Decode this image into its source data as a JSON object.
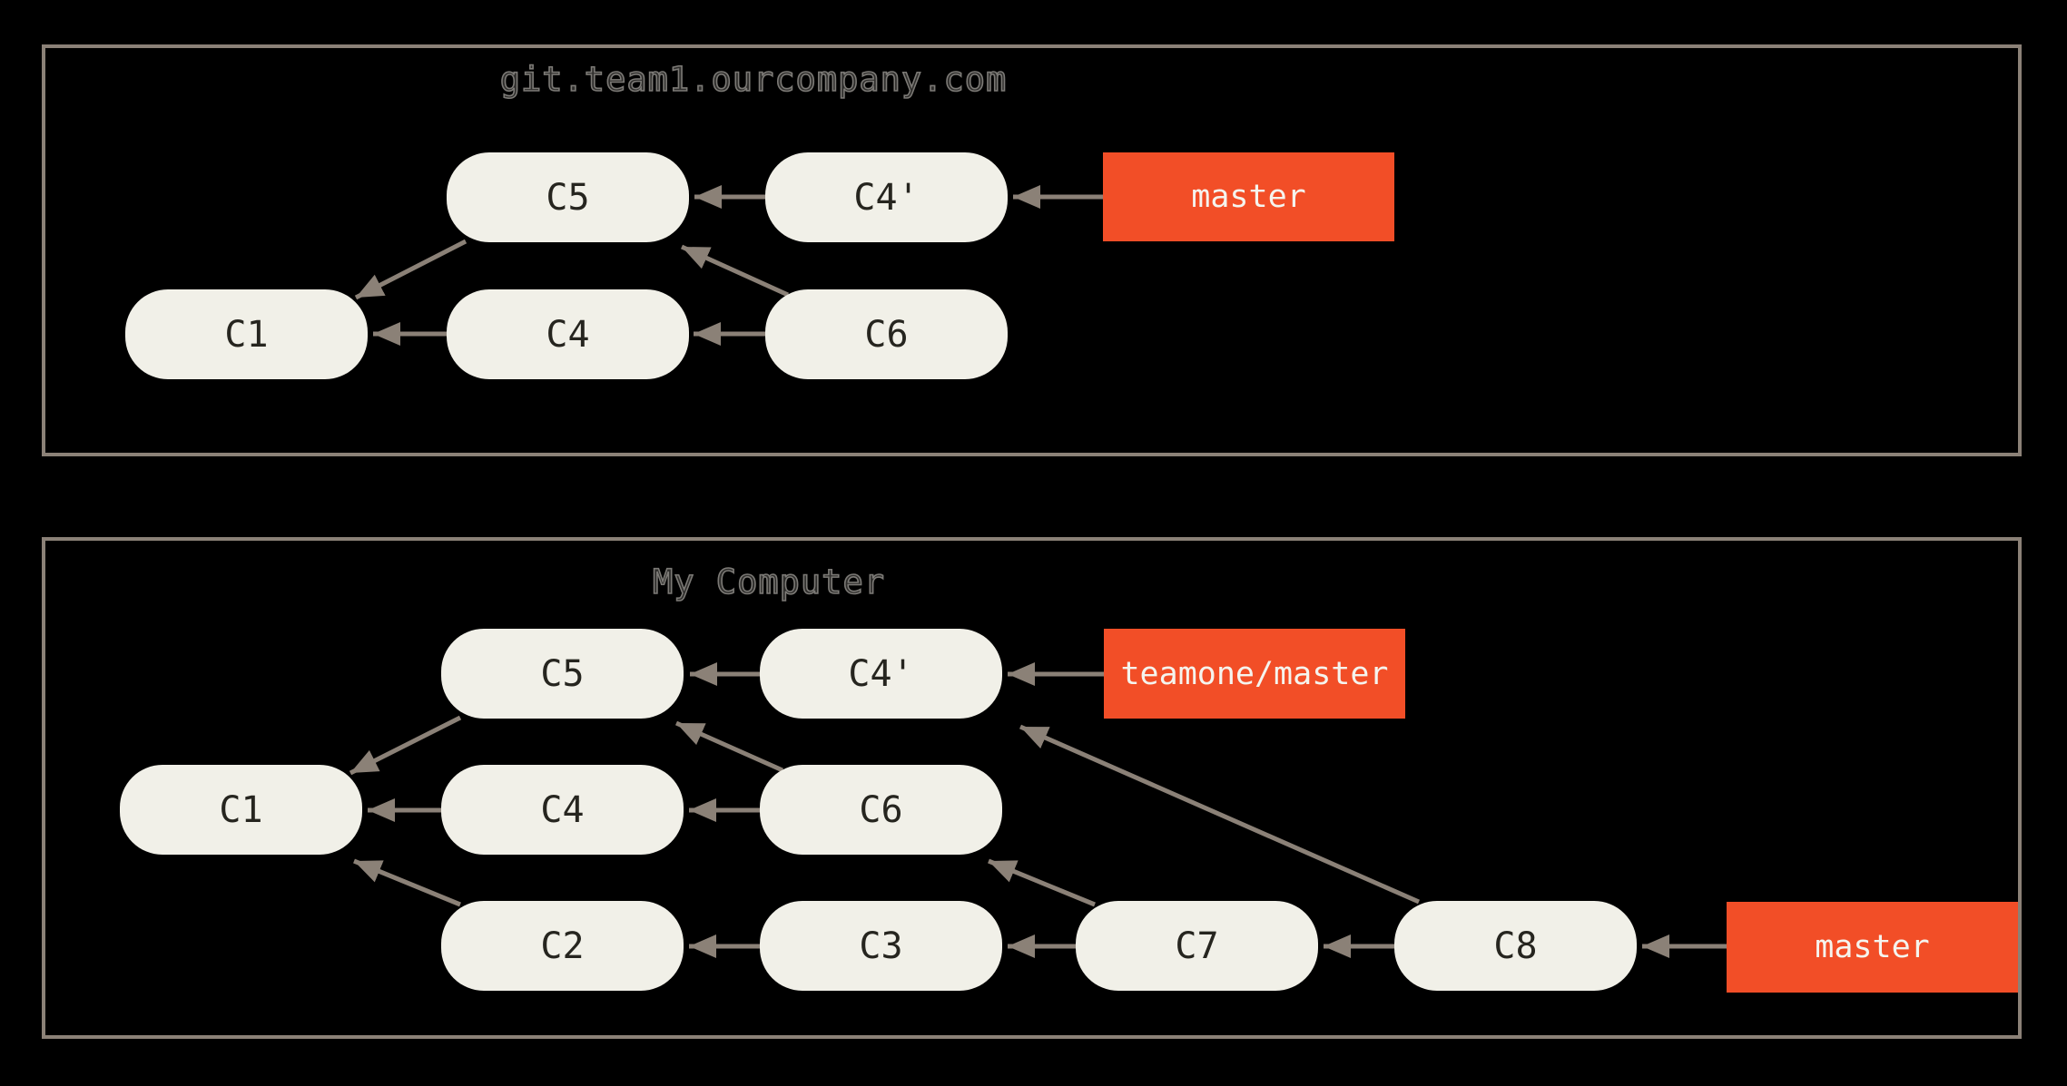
{
  "colors": {
    "background": "#000000",
    "panel_border": "#8b8177",
    "arrow": "#8b8177",
    "commit_node_fill": "#f1f0e8",
    "commit_node_text": "#26251f",
    "branch_label_fill": "#f24e27",
    "branch_label_text": "#f5f4ee",
    "title_text": "#7c7a76"
  },
  "panels": [
    {
      "title": "git.team1.ourcompany.com",
      "nodes": [
        {
          "id": "C5",
          "label": "C5"
        },
        {
          "id": "C4p",
          "label": "C4'"
        },
        {
          "id": "C1",
          "label": "C1"
        },
        {
          "id": "C4",
          "label": "C4"
        },
        {
          "id": "C6",
          "label": "C6"
        }
      ],
      "branches": [
        {
          "id": "master",
          "label": "master"
        }
      ],
      "edges": [
        {
          "from": "C4'",
          "to": "C5"
        },
        {
          "from": "master",
          "to": "C4'"
        },
        {
          "from": "C4",
          "to": "C1"
        },
        {
          "from": "C6",
          "to": "C4"
        },
        {
          "from": "C5",
          "to": "C1"
        },
        {
          "from": "C6",
          "to": "C5"
        }
      ]
    },
    {
      "title": "My Computer",
      "nodes": [
        {
          "id": "C5",
          "label": "C5"
        },
        {
          "id": "C4p",
          "label": "C4'"
        },
        {
          "id": "C1",
          "label": "C1"
        },
        {
          "id": "C4",
          "label": "C4"
        },
        {
          "id": "C6",
          "label": "C6"
        },
        {
          "id": "C2",
          "label": "C2"
        },
        {
          "id": "C3",
          "label": "C3"
        },
        {
          "id": "C7",
          "label": "C7"
        },
        {
          "id": "C8",
          "label": "C8"
        }
      ],
      "branches": [
        {
          "id": "teamone-master",
          "label": "teamone/master"
        },
        {
          "id": "master",
          "label": "master"
        }
      ],
      "edges": [
        {
          "from": "C4'",
          "to": "C5"
        },
        {
          "from": "teamone/master",
          "to": "C4'"
        },
        {
          "from": "C4",
          "to": "C1"
        },
        {
          "from": "C6",
          "to": "C4"
        },
        {
          "from": "C3",
          "to": "C2"
        },
        {
          "from": "C7",
          "to": "C3"
        },
        {
          "from": "C8",
          "to": "C7"
        },
        {
          "from": "master",
          "to": "C8"
        },
        {
          "from": "C5",
          "to": "C1"
        },
        {
          "from": "C6",
          "to": "C5"
        },
        {
          "from": "C2",
          "to": "C1"
        },
        {
          "from": "C7",
          "to": "C6"
        },
        {
          "from": "C8",
          "to": "C4'"
        }
      ]
    }
  ]
}
